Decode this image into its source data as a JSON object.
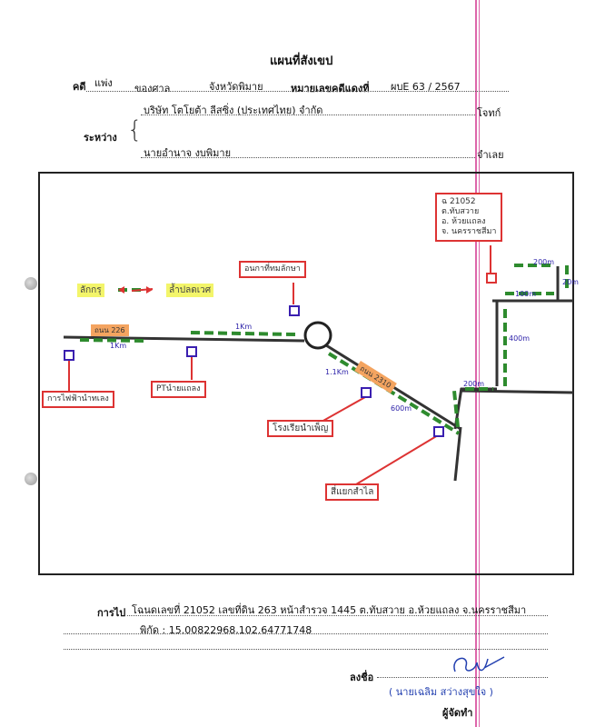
{
  "header": {
    "title": "แผนที่สังเขป",
    "case_prefix": "คดี",
    "case_type": "แพ่ง",
    "court_label": "ของศาล",
    "court_name": "จังหวัดพิมาย",
    "red_no_label": "หมายเลขคดีแดงที่",
    "red_no": "ผบE 63 / 2567",
    "between_label": "ระหว่าง",
    "plaintiff": "บริษัท โตโยต้า ลีสซิ่ง (ประเทศไทย) จำกัด",
    "plaintiff_role": "โจทก์",
    "defendant": "นายอำนาจ งบพิมาย",
    "defendant_role": "จำเลย"
  },
  "map": {
    "legend_a": "ลักกรุ",
    "legend_b": "ล้ำปลดเวศ",
    "road_226": "ถนน 226",
    "road_2310": "ถนน 2310",
    "landmark_top": "อนกาที่ทมลักษา",
    "landmark_left1": "การไฟฟ้านำทเลง",
    "landmark_left2": "PTนำยแถลง",
    "landmark_mid": "โรงเรียนำเพ็ญ",
    "landmark_bottom": "สี่แยกสำไล",
    "target_box": [
      "ฉ 21052",
      "ต.ทับสวาย",
      "อ. ห้วยแถลง",
      "จ. นครราชสีมา"
    ],
    "dist_1km": "1Km",
    "dist_1km_left": "1Km",
    "dist_1_1km": "1.1Km",
    "dist_600m": "600m",
    "dist_200m_a": "200m",
    "dist_200m_b": "200m",
    "dist_200m_c": "20m",
    "dist_100m": "100m",
    "dist_400m": "400m"
  },
  "footer": {
    "route_label": "การไป",
    "route_text": "โฉนดเลขที่ 21052 เลขที่ดิน 263 หน้าสำรวจ 1445 ต.ทับสวาย อ.ห้วยแถลง จ.นครราชสีมา",
    "coords": "พิกัด : 15.00822968,102.64771748",
    "sign_label": "ลงชื่อ",
    "signer": "( นายเฉลิม สว่างสุขใจ )",
    "signer_role": "ผู้จัดทำ"
  },
  "colors": {
    "road": "#333333",
    "segment": "#2e8b2e",
    "label_box": "#d33333",
    "marker": "#3a1fb0",
    "road_tag": "#f4a460"
  }
}
